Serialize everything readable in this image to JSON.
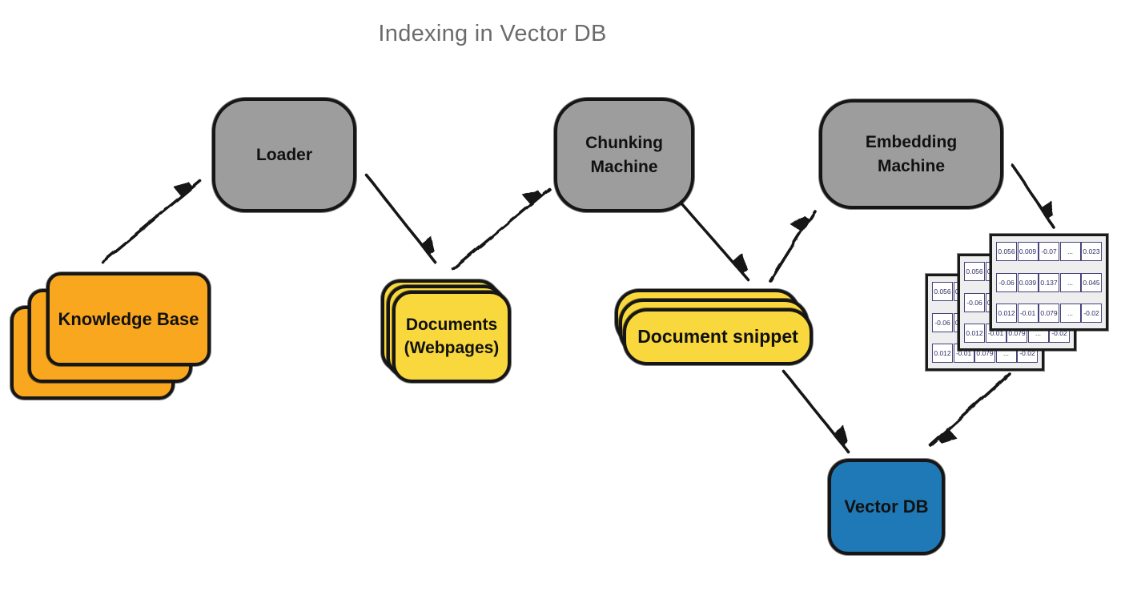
{
  "title": "Indexing in Vector DB",
  "colors": {
    "orange": "#f9a71f",
    "yellow": "#f8d83c",
    "gray": "#9d9d9d",
    "blue": "#1f79b6",
    "border": "#161616",
    "title_text": "#6b6b6b",
    "matrix_card_bg": "#efeeee",
    "matrix_cell_border": "#46437d",
    "matrix_cell_text": "#2e2b63"
  },
  "nodes": {
    "knowledge_base": {
      "label": "Knowledge Base",
      "shape": "stacked-cards",
      "color": "orange"
    },
    "loader": {
      "label": "Loader",
      "shape": "rounded-box",
      "color": "gray"
    },
    "documents": {
      "label_line1": "Documents",
      "label_line2": "(Webpages)",
      "shape": "stacked-cards",
      "color": "yellow"
    },
    "chunking_machine": {
      "label_line1": "Chunking",
      "label_line2": "Machine",
      "shape": "rounded-box",
      "color": "gray"
    },
    "document_snippet": {
      "label": "Document snippet",
      "shape": "stacked-cards",
      "color": "yellow"
    },
    "embedding_machine": {
      "label_line1": "Embedding",
      "label_line2": "Machine",
      "shape": "rounded-box",
      "color": "gray"
    },
    "embedding_vectors": {
      "label": "",
      "shape": "stacked-matrix-cards",
      "color": "white"
    },
    "vector_db": {
      "label": "Vector DB",
      "shape": "rounded-box",
      "color": "blue"
    }
  },
  "embedding_matrix": {
    "rows": [
      [
        "0.056",
        "0.009",
        "-0.07",
        "...",
        "0.023"
      ],
      [
        "-0.06",
        "0.039",
        "0.137",
        "...",
        "0.045"
      ],
      [
        "0.012",
        "-0.01",
        "0.079",
        "...",
        "-0.02"
      ]
    ]
  },
  "connections": [
    {
      "from": "Knowledge Base",
      "to": "Loader"
    },
    {
      "from": "Loader",
      "to": "Documents (Webpages)"
    },
    {
      "from": "Documents (Webpages)",
      "to": "Chunking Machine"
    },
    {
      "from": "Chunking Machine",
      "to": "Document snippet"
    },
    {
      "from": "Document snippet",
      "to": "Embedding Machine"
    },
    {
      "from": "Embedding Machine",
      "to": "Embedding vectors"
    },
    {
      "from": "Document snippet",
      "to": "Vector DB"
    },
    {
      "from": "Embedding vectors",
      "to": "Vector DB"
    }
  ]
}
